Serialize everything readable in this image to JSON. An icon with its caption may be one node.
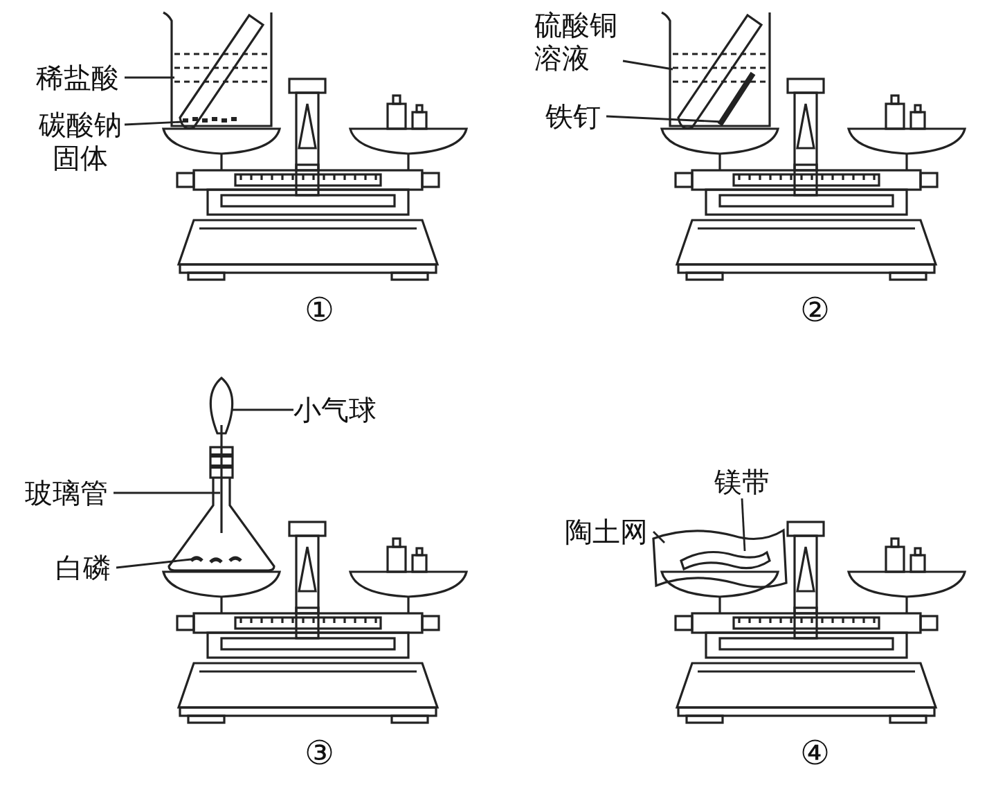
{
  "diagram": {
    "nodes": [
      {
        "text": [
          "稀盐酸"
        ]
      },
      {
        "text": [
          "碳酸钠固体"
        ]
      },
      {
        "text": [
          "硫酸铜溶液"
        ]
      },
      {
        "text": [
          "铁钉"
        ]
      },
      {
        "text": [
          "小气球"
        ]
      },
      {
        "text": [
          "玻璃管"
        ]
      },
      {
        "text": [
          "白磷"
        ]
      },
      {
        "text": [
          "镁带"
        ]
      },
      {
        "text": [
          "陶土网"
        ]
      },
      {
        "text": [],
        "shape": "picture"
      },
      {
        "text": [],
        "shape": "picture"
      },
      {
        "text": [],
        "shape": "picture"
      },
      {
        "text": [],
        "shape": "picture"
      },
      {
        "text": [],
        "shape": "picture"
      },
      {
        "text": [],
        "shape": "picture"
      },
      {
        "text": [],
        "shape": "picture"
      },
      {
        "text": [],
        "shape": "picture",
        "in": 17
      },
      {
        "text": [],
        "shape": "picture"
      }
    ],
    "edges": [
      {
        "from": 0,
        "to": 9,
        "arrow": "none"
      },
      {
        "from": 1,
        "to": 10,
        "arrow": "none"
      },
      {
        "from": 2,
        "to": 11,
        "arrow": "none"
      },
      {
        "from": 3,
        "to": 12,
        "arrow": "none"
      },
      {
        "from": 4,
        "to": 13,
        "arrow": "none"
      },
      {
        "from": 5,
        "to": 14,
        "arrow": "none"
      },
      {
        "from": 6,
        "to": 15,
        "arrow": "none"
      },
      {
        "from": 7,
        "to": 16,
        "arrow": "none"
      },
      {
        "from": 8,
        "to": 17,
        "arrow": "none"
      }
    ],
    "labels": [
      "①",
      "②",
      "③",
      "④"
    ]
  }
}
